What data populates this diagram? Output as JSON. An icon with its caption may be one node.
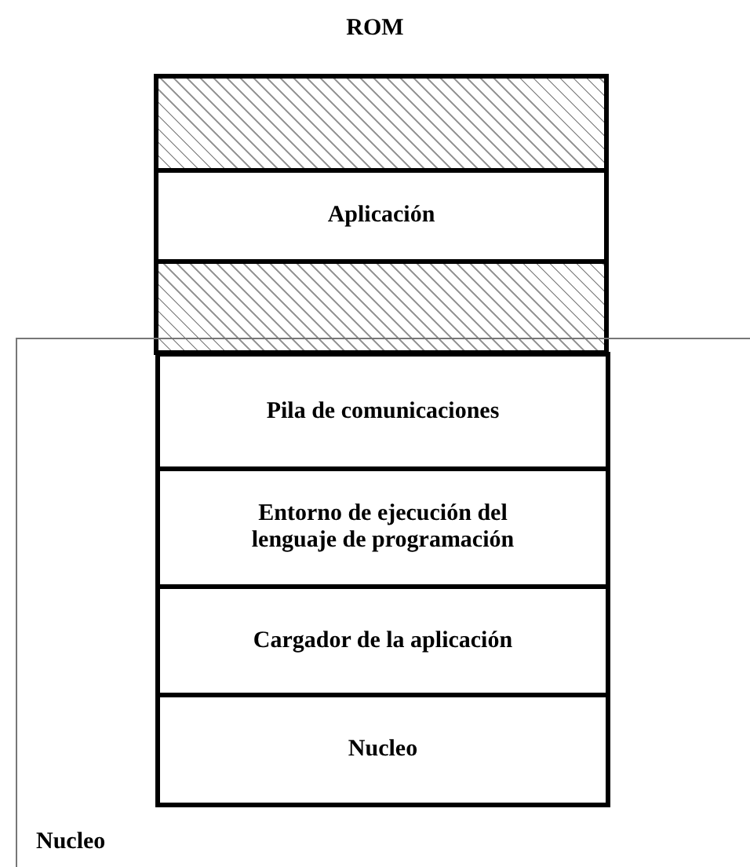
{
  "diagram": {
    "title": "ROM",
    "nodes": [
      {
        "text": [],
        "shape": "box"
      },
      {
        "text": [
          "Aplicación"
        ]
      },
      {
        "text": [],
        "shape": "box"
      },
      {
        "text": [
          "Nucleo"
        ]
      },
      {
        "text": [
          "Pila de comunicaciones"
        ],
        "in": 3
      },
      {
        "text": [
          "Entorno de ejecución del lenguaje de programación"
        ],
        "in": 3
      },
      {
        "text": [
          "Cargador de la aplicación"
        ],
        "in": 3
      },
      {
        "text": [
          "Nucleo"
        ],
        "in": 3
      }
    ]
  }
}
